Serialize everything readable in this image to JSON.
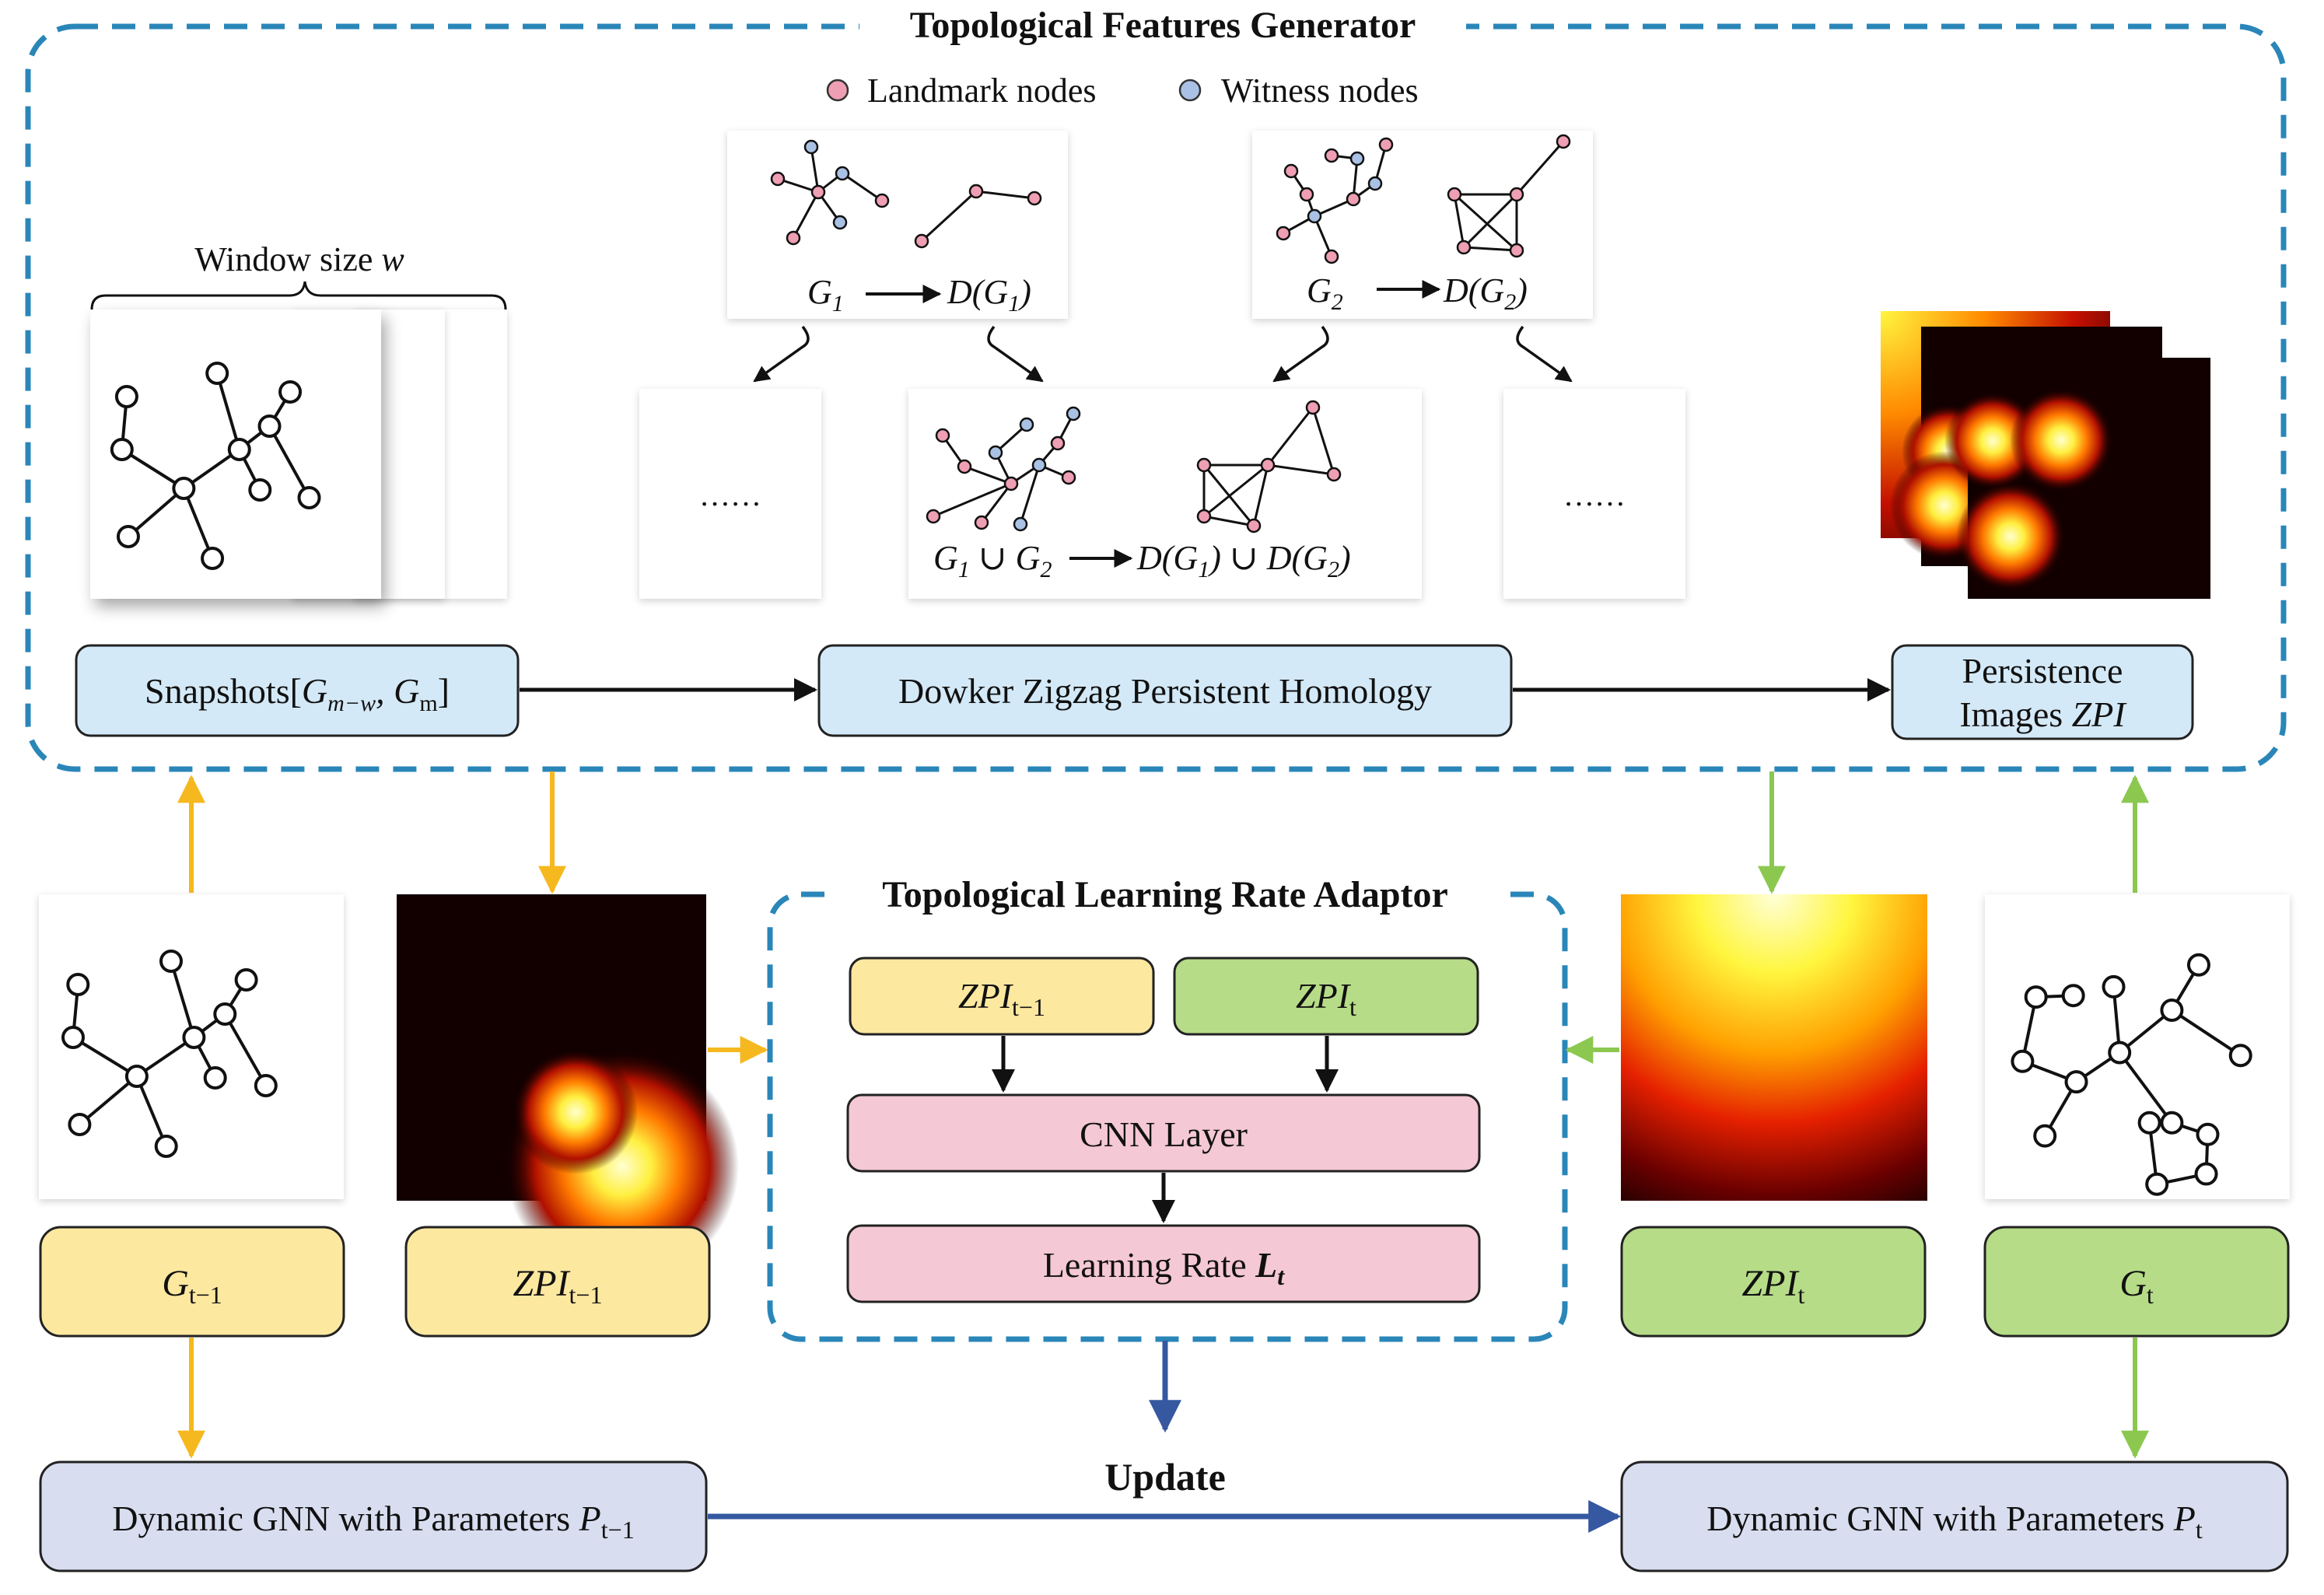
{
  "generator": {
    "title": "Topological Features Generator",
    "legend": {
      "landmark_label": "Landmark nodes",
      "witness_label": "Witness nodes"
    },
    "window_label": "Window size ",
    "window_var": "w",
    "g1": "G",
    "g1_sub": "1",
    "dg1": "D(G",
    "dg1_sub": "1",
    "dg1_close": ")",
    "g2": "G",
    "g2_sub": "2",
    "dg2": "D(G",
    "dg2_sub": "2",
    "dg2_close": ")",
    "union_left": "G",
    "union_left_sub1": "1",
    "union_cup": " ∪ G",
    "union_left_sub2": "2",
    "union_right": "D(G",
    "union_right_sub1": "1",
    "union_right_mid": ") ∪ D(G",
    "union_right_sub2": "2",
    "union_right_close": ")",
    "ellipsis_left": "……",
    "ellipsis_right": "……",
    "snapshots_label": "Snapshots[",
    "snapshots_g": "G",
    "snapshots_sub1": "m−w",
    "snapshots_comma": ", G",
    "snapshots_sub2": "m",
    "snapshots_close": "]",
    "dowker_label": "Dowker Zigzag Persistent Homology",
    "persistence_line1": "Persistence",
    "persistence_line2": "Images ",
    "persistence_zpi": "ZPI"
  },
  "adaptor": {
    "title": "Topological Learning Rate Adaptor",
    "zpi_prev": "ZPI",
    "zpi_prev_sub": "t−1",
    "zpi_curr": "ZPI",
    "zpi_curr_sub": "t",
    "cnn": "CNN Layer",
    "lr_label": "Learning Rate ",
    "lr_var": "L",
    "lr_sub": "t"
  },
  "labels": {
    "g_prev": "G",
    "g_prev_sub": "t−1",
    "zpi_prev": "ZPI",
    "zpi_prev_sub": "t−1",
    "zpi_curr": "ZPI",
    "zpi_curr_sub": "t",
    "g_curr": "G",
    "g_curr_sub": "t"
  },
  "bottom": {
    "update": "Update",
    "gnn_prev": "Dynamic GNN with Parameters ",
    "gnn_prev_var": "P",
    "gnn_prev_sub": "t−1",
    "gnn_curr": "Dynamic GNN with Parameters ",
    "gnn_curr_var": "P",
    "gnn_curr_sub": "t"
  },
  "colors": {
    "dashed_border": "#2a86b8",
    "box_blue": "#d4e9f7",
    "box_yellow": "#fde8a0",
    "box_green": "#b6dc87",
    "box_pink": "#f4c8d4",
    "box_lavender": "#d8def0",
    "arrow_yellow": "#f5b81e",
    "arrow_green": "#8cc850",
    "arrow_blue": "#3558a0",
    "landmark": "#ef9fb3",
    "witness": "#a9c1e4"
  }
}
